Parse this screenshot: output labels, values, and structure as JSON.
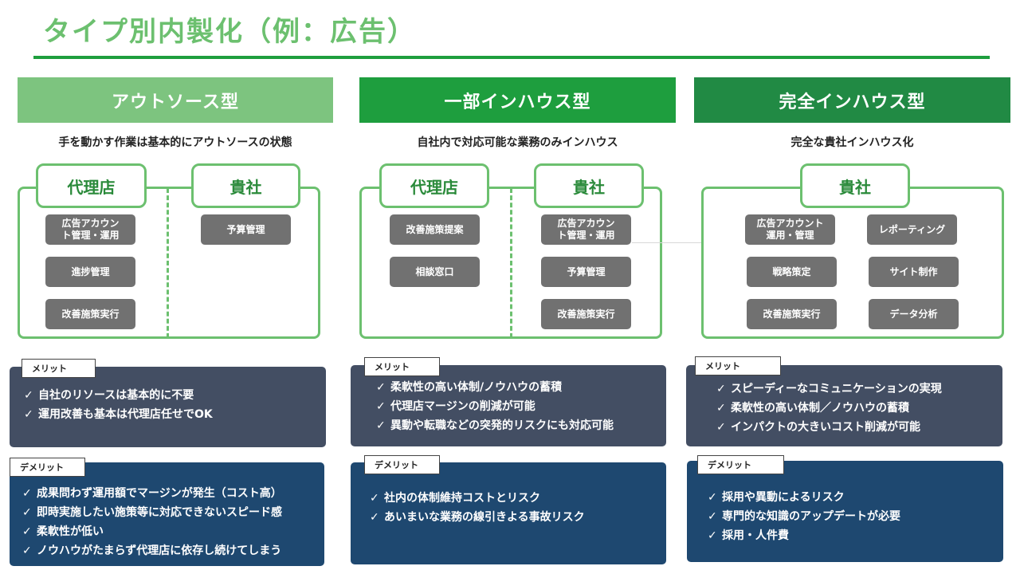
{
  "title": "タイプ別内製化（例：広告）",
  "colors": {
    "title": "#6cc06f",
    "outsource": "#7dc47f",
    "partial": "#1e9e3e",
    "full": "#218a44",
    "frame": "#6cc06f",
    "pill": "#717171",
    "merit": "#434e63",
    "demerit": "#1e4870"
  },
  "columns": [
    {
      "header": "アウトソース型",
      "subtitle": "手を動かす作業は基本的にアウトソースの状態",
      "left_tab": "代理店",
      "right_tab": "貴社",
      "left_items": [
        "広告アカウン\nト管理・運用",
        "進捗管理",
        "改善施策実行"
      ],
      "right_items": [
        "予算管理"
      ],
      "merit_label": "メリット",
      "merits": [
        "自社のリソースは基本的に不要",
        "運用改善も基本は代理店任せでOK"
      ],
      "demerit_label": "デメリット",
      "demerits": [
        "成果問わず運用額でマージンが発生（コスト高）",
        "即時実施したい施策等に対応できないスピード感",
        "柔軟性が低い",
        "ノウハウがたまらず代理店に依存し続けてしまう"
      ]
    },
    {
      "header": "一部インハウス型",
      "subtitle": "自社内で対応可能な業務のみインハウス",
      "left_tab": "代理店",
      "right_tab": "貴社",
      "left_items": [
        "改善施策提案",
        "相談窓口"
      ],
      "right_items": [
        "広告アカウン\nト管理・運用",
        "予算管理",
        "改善施策実行"
      ],
      "merit_label": "メリット",
      "merits": [
        "柔軟性の高い体制/ノウハウの蓄積",
        "代理店マージンの削減が可能",
        "異動や転職などの突発的リスクにも対応可能"
      ],
      "demerit_label": "デメリット",
      "demerits": [
        "社内の体制維持コストとリスク",
        "あいまいな業務の線引きよる事故リスク"
      ]
    },
    {
      "header": "完全インハウス型",
      "subtitle": "完全な貴社インハウス化",
      "tab": "貴社",
      "left_items": [
        "広告アカウント\n運用・管理",
        "戦略策定",
        "改善施策実行"
      ],
      "right_items": [
        "レポーティング",
        "サイト制作",
        "データ分析"
      ],
      "merit_label": "メリット",
      "merits": [
        "スピーディーなコミュニケーションの実現",
        "柔軟性の高い体制／ノウハウの蓄積",
        "インパクトの大きいコスト削減が可能"
      ],
      "demerit_label": "デメリット",
      "demerits": [
        "採用や異動によるリスク",
        "専門的な知識のアップデートが必要",
        "採用・人件費"
      ]
    }
  ],
  "check_mark": "✓"
}
